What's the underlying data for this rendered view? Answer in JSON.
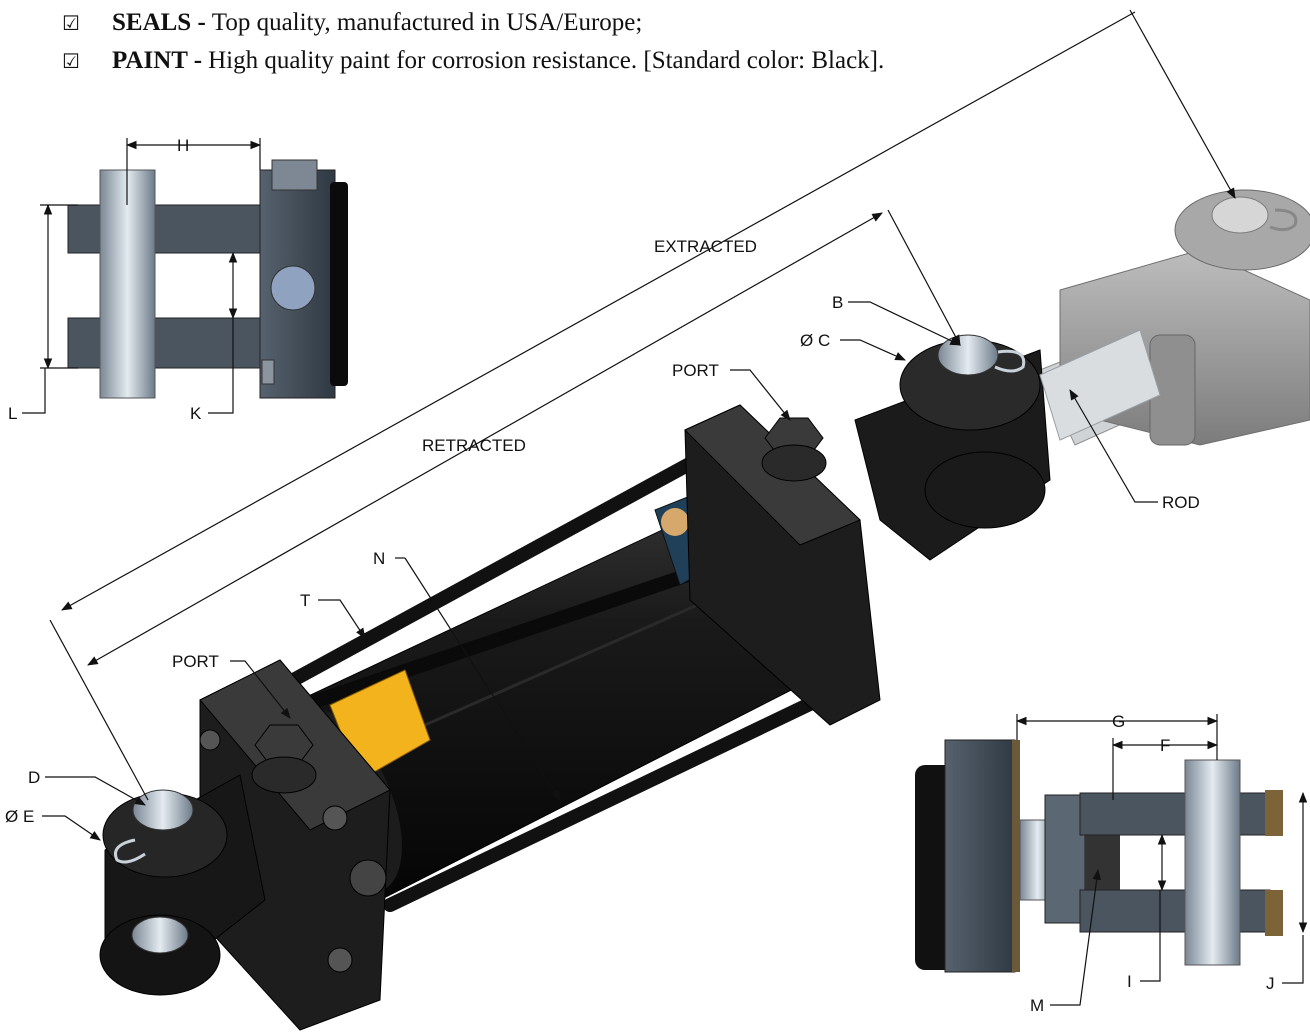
{
  "bullets": [
    {
      "title": "SEALS -",
      "text": "Top quality, manufactured in USA/Europe;"
    },
    {
      "title": "PAINT -",
      "text": "High quality paint for corrosion resistance. [Standard color: Black]."
    }
  ],
  "checkbox_icon": "checkbox-checked-icon",
  "labels": {
    "extracted": "EXTRACTED",
    "retracted": "RETRACTED",
    "rod": "ROD",
    "port_top": "PORT",
    "port_bottom": "PORT",
    "b": "B",
    "c": "Ø C",
    "d": "D",
    "e": "Ø E",
    "n": "N",
    "t": "T",
    "h": "H",
    "k": "K",
    "l": "L",
    "g": "G",
    "f": "F",
    "i": "I",
    "j": "J",
    "m": "M"
  },
  "colors": {
    "body": "#1a1a1a",
    "steel": "#9aa6b2",
    "gray_ghost": "#9a9a9a",
    "label_yellow": "#f2b31c"
  }
}
